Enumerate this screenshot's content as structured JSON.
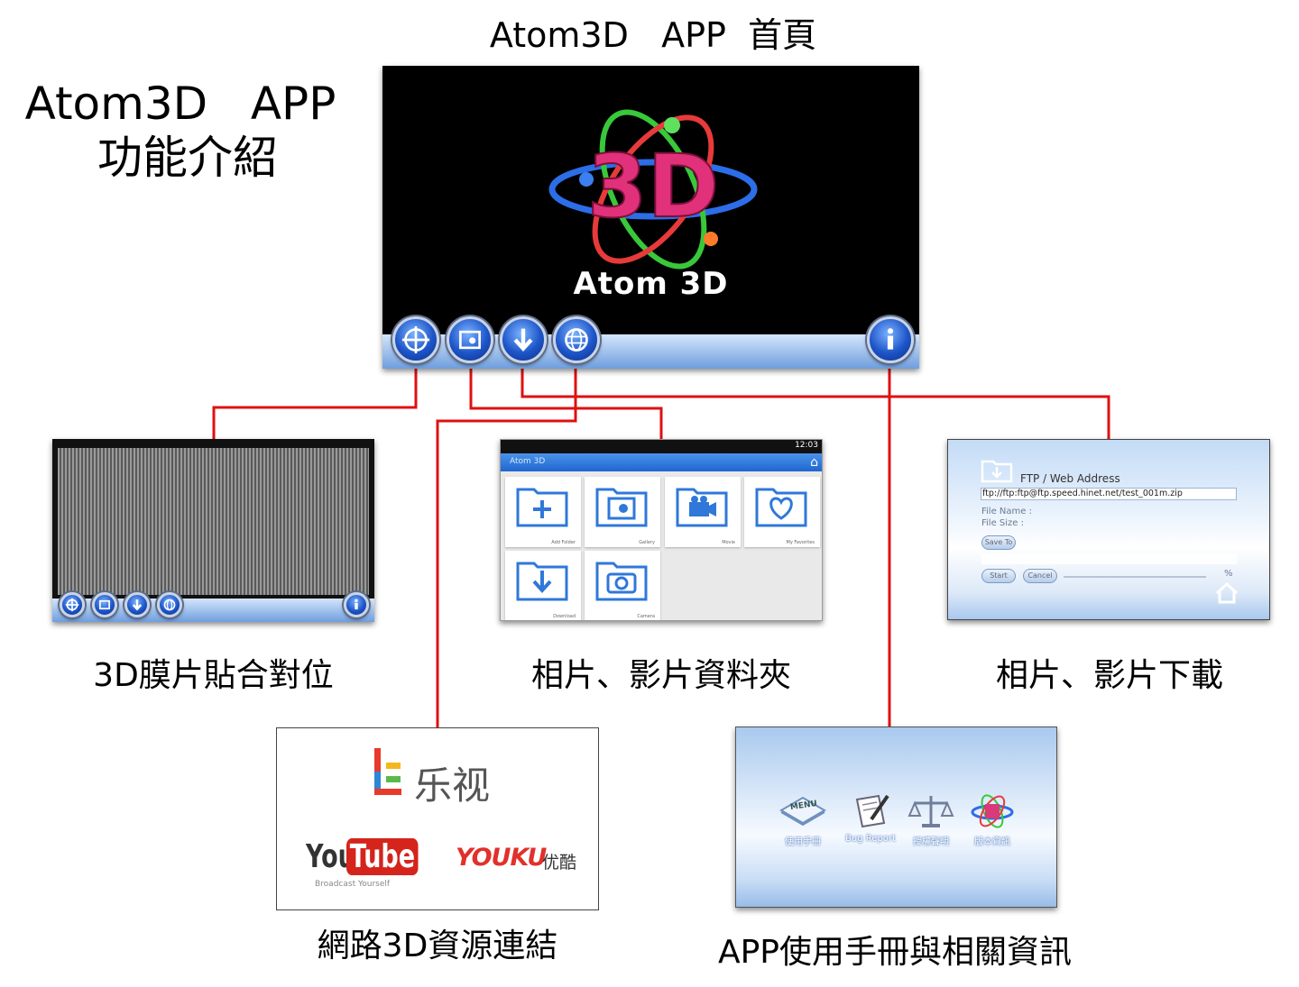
{
  "titles": {
    "home": "Atom3D   APP  首頁",
    "intro": "Atom3D   APP\n 功能介紹"
  },
  "splash": {
    "brand": "Atom 3D",
    "emblem": "3D"
  },
  "captions": {
    "film_align": "3D膜片貼合對位",
    "folder": "相片、影片資料夾",
    "download": "相片、影片下載",
    "web_links": "網路3D資源連結",
    "manual": "APP使用手冊與相關資訊"
  },
  "gallery": {
    "status_time": "12:03",
    "app_title": "Atom 3D",
    "tiles": [
      {
        "label": "Add Folder",
        "icon": "add-folder-icon"
      },
      {
        "label": "Gallery",
        "icon": "gallery-folder-icon"
      },
      {
        "label": "Movie",
        "icon": "movie-folder-icon"
      },
      {
        "label": "My Favorites",
        "icon": "favorites-folder-icon"
      },
      {
        "label": "Download",
        "icon": "download-folder-icon"
      },
      {
        "label": "Camera",
        "icon": "camera-folder-icon"
      }
    ]
  },
  "ftp": {
    "heading": "FTP / Web Address",
    "url": "ftp://ftp:ftp@ftp.speed.hinet.net/test_001m.zip",
    "file_name_label": "File Name :",
    "file_size_label": "File Size :",
    "select_button": "Save To",
    "start_button": "Start",
    "cancel_button": "Cancel",
    "percent": "%"
  },
  "links": {
    "letv": "乐视",
    "youtube_you": "You",
    "youtube_tube": "Tube",
    "youtube_tagline": "Broadcast Yourself",
    "youku": "YOUKU",
    "youku_cn": "优酷"
  },
  "manual": {
    "menu_badge": "MENU",
    "items": [
      {
        "label": "使用手冊",
        "icon": "menu-book-icon"
      },
      {
        "label": "Bug Report",
        "icon": "bug-report-icon"
      },
      {
        "label": "授權聲明",
        "icon": "scales-icon"
      },
      {
        "label": "版本資訊",
        "icon": "version-atom-icon"
      }
    ]
  },
  "colors": {
    "connector": "#e01010",
    "accent_blue": "#1d55c9",
    "gallery_blue": "#2f78d9"
  }
}
